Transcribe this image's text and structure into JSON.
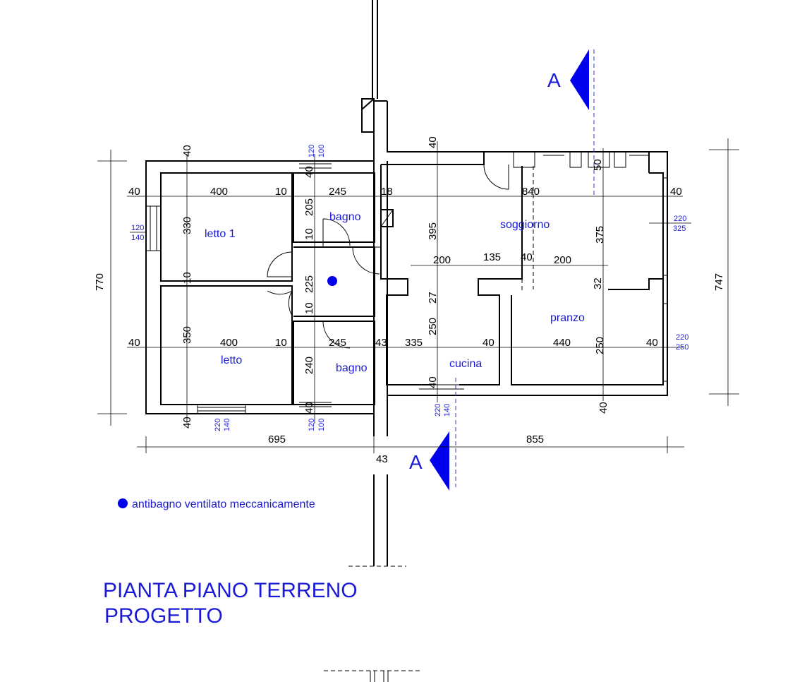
{
  "title": {
    "line1": "PIANTA  PIANO  TERRENO",
    "line2": "PROGETTO"
  },
  "legend": {
    "text": "antibagno  ventilato  meccanicamente",
    "color": "#0000ee"
  },
  "section_marks": {
    "label": "A",
    "color": "#0000ee"
  },
  "rooms": {
    "letto1": "letto 1",
    "letto": "letto",
    "bagno_top": "bagno",
    "bagno_bottom": "bagno",
    "soggiorno": "soggiorno",
    "pranzo": "pranzo",
    "cucina": "cucina"
  },
  "windows": {
    "w_left": [
      "120",
      "140"
    ],
    "w_bottom_letto": [
      "220",
      "140"
    ],
    "w_bagno_top": [
      "120",
      "100"
    ],
    "w_bagno_bottom": [
      "120",
      "100"
    ],
    "w_cucina": [
      "220",
      "140"
    ],
    "w_right_top": [
      "220",
      "325"
    ],
    "w_right_bottom": [
      "220",
      "250"
    ]
  },
  "dims": {
    "d40_top_left": "40",
    "d40_row1_left": "40",
    "d400_row1": "400",
    "d10_row1": "10",
    "d245_row1": "245",
    "d18_row1": "18",
    "d840": "840",
    "d40_row1_right": "40",
    "d40_vtop_bagno": "40",
    "d205": "205",
    "d10_v1": "10",
    "d225": "225",
    "d10_v2": "10",
    "d240": "240",
    "d40_vbot_bagno": "40",
    "d330": "330",
    "d10_vleft": "10",
    "d350": "350",
    "d40_vbot_left": "40",
    "d770": "770",
    "d747": "747",
    "d40_vtop_sogg": "40",
    "d395": "395",
    "d27": "27",
    "d250_vmid": "250",
    "d40_vcucina": "40",
    "d200_a": "200",
    "d135": "135",
    "d40_mid": "40",
    "d200_b": "200",
    "d50": "50",
    "d375": "375",
    "d32": "32",
    "d250_vright": "250",
    "d40_vright_bot": "40",
    "d40_row2_left": "40",
    "d400_row2": "400",
    "d10_row2": "10",
    "d245_row2": "245",
    "d43_row2": "43",
    "d335": "335",
    "d40_row2_mid": "40",
    "d440": "440",
    "d40_row2_right": "40",
    "d695": "695",
    "d855": "855",
    "d43_bottom": "43"
  }
}
